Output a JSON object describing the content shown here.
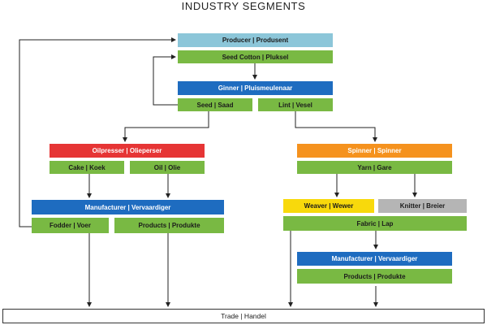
{
  "title": "INDUSTRY SEGMENTS",
  "nodes": {
    "producer": "Producer | Produsent",
    "seed_cotton": "Seed Cotton | Pluksel",
    "ginner": "Ginner | Pluismeulenaar",
    "seed": "Seed | Saad",
    "lint": "Lint | Vesel",
    "oilpresser": "Oilpresser | Olieperser",
    "cake": "Cake | Koek",
    "oil": "Oil | Olie",
    "spinner": "Spinner | Spinner",
    "yarn": "Yarn | Gare",
    "manufacturer_left": "Manufacturer | Vervaardiger",
    "fodder": "Fodder | Voer",
    "products_left": "Products | Produkte",
    "weaver": "Weaver | Wewer",
    "knitter": "Knitter | Breier",
    "fabric": "Fabric | Lap",
    "manufacturer_right": "Manufacturer | Vervaardiger",
    "products_right": "Products | Produkte",
    "trade": "Trade | Handel"
  },
  "colors": {
    "green": "#79b943",
    "blue": "#1e6cc0",
    "light_blue": "#8cc6d9",
    "red": "#e63535",
    "orange": "#f5921e",
    "yellow": "#f8d90c",
    "grey": "#b5b5b5"
  }
}
